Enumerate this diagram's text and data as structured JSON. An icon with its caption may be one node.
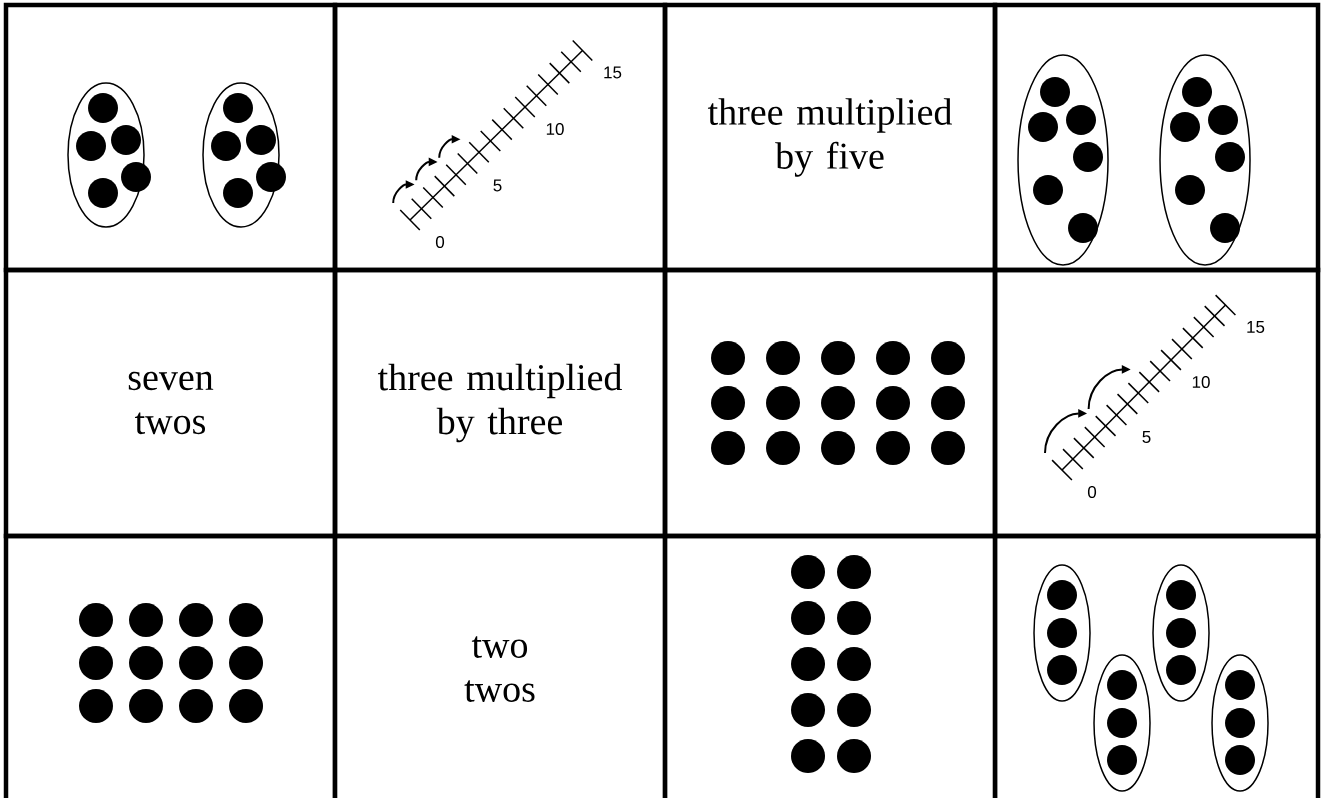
{
  "diagram": {
    "nodes": [
      {
        "text": [],
        "shape": "box"
      },
      {
        "text": [
          "0",
          "5",
          "10",
          "15"
        ]
      },
      {
        "text": [
          "three multiplied by five"
        ]
      },
      {
        "text": [],
        "shape": "box"
      },
      {
        "text": [
          "seven twos"
        ]
      },
      {
        "text": [
          "three multiplied by three"
        ]
      },
      {
        "text": [],
        "shape": "box"
      },
      {
        "text": [
          "0",
          "5",
          "10",
          "15"
        ]
      },
      {
        "text": [],
        "shape": "box"
      },
      {
        "text": [
          "two twos"
        ]
      },
      {
        "text": [],
        "shape": "box"
      },
      {
        "text": [],
        "shape": "box"
      }
    ]
  }
}
